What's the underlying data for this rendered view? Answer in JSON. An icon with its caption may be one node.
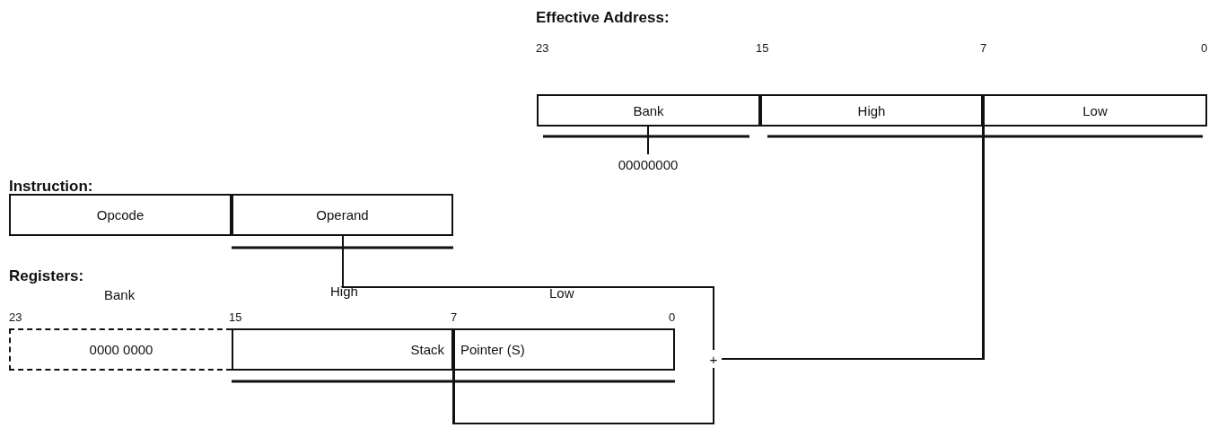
{
  "diagram": {
    "nodes": [
      {
        "text": [
          "Bank"
        ]
      },
      {
        "text": [
          "High"
        ]
      },
      {
        "text": [
          "Low"
        ]
      },
      {
        "text": [
          "00000000"
        ]
      },
      {
        "text": [
          "Opcode"
        ]
      },
      {
        "text": [
          "Operand"
        ]
      },
      {
        "text": [
          "0000 0000"
        ]
      },
      {
        "text": [
          "Stack"
        ]
      },
      {
        "text": [
          "Pointer (S)"
        ]
      },
      {
        "text": [
          "+"
        ]
      }
    ],
    "edges": [
      {
        "from": 3,
        "to": 0,
        "arrow": "none"
      },
      {
        "from": 5,
        "to": 9,
        "arrow": "none"
      },
      {
        "from": 7,
        "to": 9,
        "arrow": "none"
      },
      {
        "from": 8,
        "to": 9,
        "arrow": "none"
      },
      {
        "from": 9,
        "to": 1,
        "arrow": "none"
      },
      {
        "from": 9,
        "to": 2,
        "arrow": "none"
      }
    ],
    "labels": [
      "Effective Address:",
      "23",
      "15",
      "7",
      "0",
      "Instruction:",
      "Registers:",
      "Bank",
      "High",
      "Low",
      "23",
      "15",
      "7",
      "0"
    ]
  }
}
